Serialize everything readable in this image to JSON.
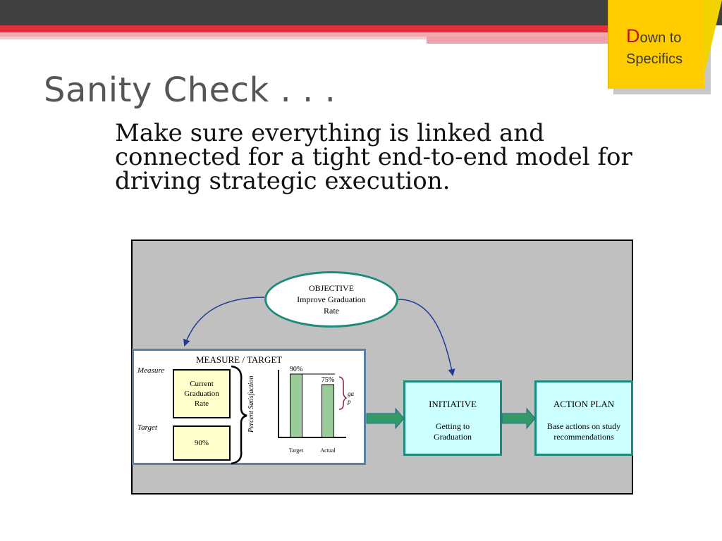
{
  "slide": {
    "title": "Sanity Check . . .",
    "subtitle": "Make sure everything is linked and connected for a tight end-to-end model for driving strategic execution."
  },
  "sticky_note": {
    "first_letter": "D",
    "rest_line1": "own to",
    "line2": "Specifics"
  },
  "diagram": {
    "objective": {
      "heading": "OBJECTIVE",
      "line1": "Improve Graduation",
      "line2": "Rate"
    },
    "measure_target": {
      "heading": "MEASURE / TARGET",
      "measure_label": "Measure",
      "target_label": "Target",
      "measure_box": {
        "line1": "Current",
        "line2": "Graduation",
        "line3": "Rate"
      },
      "target_box": "90%",
      "y_axis_label": "Percent Satisfaction",
      "gap_label_1": "ga",
      "gap_label_2": "p"
    },
    "initiative": {
      "heading": "INITIATIVE",
      "line1": "Getting to",
      "line2": "Graduation"
    },
    "action_plan": {
      "heading": "ACTION PLAN",
      "line1": "Base actions on study",
      "line2": "recommendations"
    }
  },
  "chart_data": {
    "type": "bar",
    "categories": [
      "Target",
      "Actual"
    ],
    "values": [
      90,
      75
    ],
    "value_labels": [
      "90%",
      "75%"
    ],
    "ylabel": "Percent Satisfaction",
    "ylim": [
      0,
      100
    ],
    "bar_color": "#99cc99"
  },
  "colors": {
    "teal_border": "#1e8a7a",
    "arrow_fill": "#339966",
    "curve_color": "#1f3a93",
    "sticky": "#ffcc00"
  }
}
